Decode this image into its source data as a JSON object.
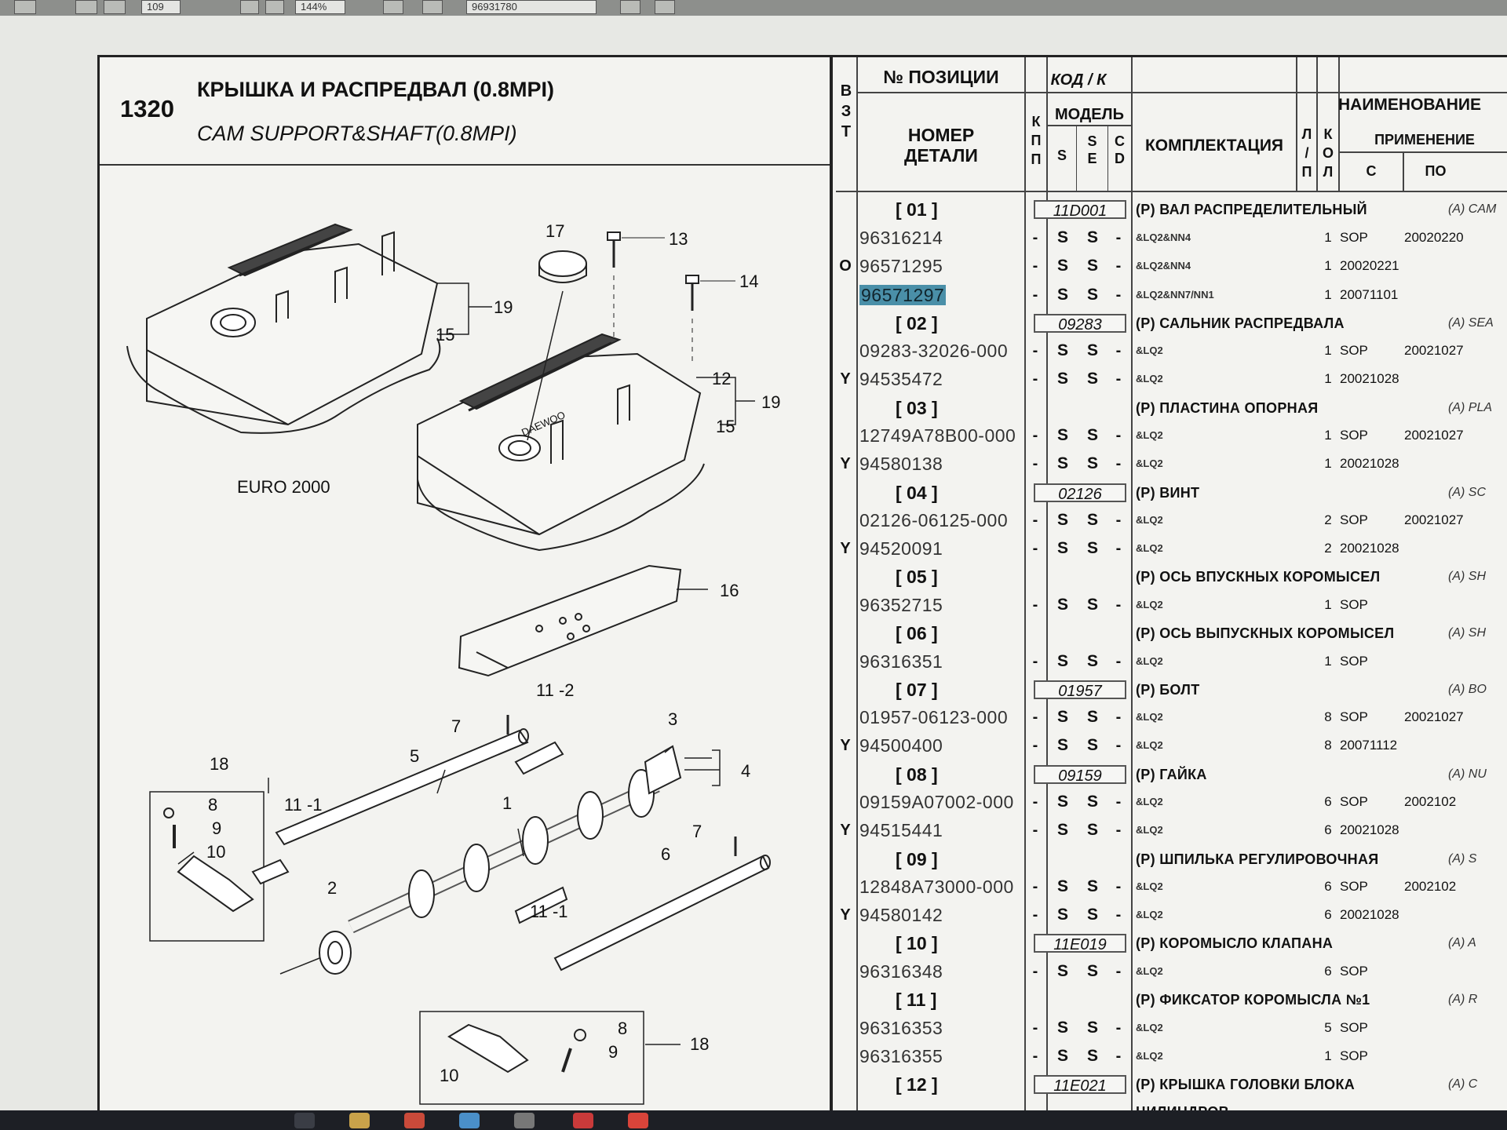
{
  "toolbar": {
    "page_field": "109",
    "zoom_field": "144%",
    "search_field": "96931780"
  },
  "document": {
    "group_number": "1320",
    "title_ru": "КРЫШКА И РАСПРЕДВАЛ (0.8MPI)",
    "title_en": "CAM SUPPORT&SHAFT(0.8MPI)"
  },
  "diagram": {
    "labels": {
      "euro": "EURO 2000",
      "l1": "1",
      "l2": "2",
      "l3": "3",
      "l4": "4",
      "l5": "5",
      "l6": "6",
      "l7": "7",
      "l8": "8",
      "l9": "9",
      "l10": "10",
      "l11_1": "11 -1",
      "l11_2": "11 -2",
      "l12": "12",
      "l13": "13",
      "l14": "14",
      "l15": "15",
      "l16": "16",
      "l17": "17",
      "l18": "18",
      "l19": "19",
      "brand": "DAEWOO"
    }
  },
  "table": {
    "headers": {
      "zt": [
        "В",
        "З",
        "Т"
      ],
      "pos_no": "№ ПОЗИЦИИ",
      "part_no_1": "НОМЕР",
      "part_no_2": "ДЕТАЛИ",
      "code": "КОД / К",
      "kpp": [
        "К",
        "П",
        "П"
      ],
      "model": "МОДЕЛЬ",
      "s": "S",
      "se": [
        "S",
        "E"
      ],
      "cd": [
        "C",
        "D"
      ],
      "kit": "КОМПЛЕКТАЦИЯ",
      "lp": [
        "Л",
        "/",
        "П"
      ],
      "kol": [
        "К",
        "О",
        "Л"
      ],
      "name": "НАИМЕНОВАНИЕ",
      "application": "ПРИМЕНЕНИЕ",
      "from": "С",
      "to": "ПО"
    },
    "rows": [
      {
        "type": "pos",
        "pos": "[ 01 ]",
        "code": "11D001",
        "name": "(P) ВАЛ РАСПРЕДЕЛИТЕЛЬНЫЙ",
        "app": "(A) CAM"
      },
      {
        "type": "part",
        "zt": "",
        "part": "96316214",
        "kpp": "-",
        "s": "S",
        "e": "S",
        "d": "-",
        "kit": "&LQ2&NN4",
        "lp": "",
        "kol": "1",
        "from": "SOP",
        "to": "20020220"
      },
      {
        "type": "part",
        "zt": "O",
        "part": "96571295",
        "kpp": "-",
        "s": "S",
        "e": "S",
        "d": "-",
        "kit": "&LQ2&NN4",
        "lp": "",
        "kol": "1",
        "from": "20020221",
        "to": ""
      },
      {
        "type": "part",
        "zt": "",
        "part": "96571297",
        "selected": true,
        "kpp": "-",
        "s": "S",
        "e": "S",
        "d": "-",
        "kit": "&LQ2&NN7/NN1",
        "lp": "",
        "kol": "1",
        "from": "20071101",
        "to": ""
      },
      {
        "type": "pos",
        "pos": "[ 02 ]",
        "code": "09283",
        "name": "(P) САЛЬНИК РАСПРЕДВАЛА",
        "app": "(A) SEA"
      },
      {
        "type": "part",
        "zt": "",
        "part": "09283-32026-000",
        "kpp": "-",
        "s": "S",
        "e": "S",
        "d": "-",
        "kit": "&LQ2",
        "lp": "",
        "kol": "1",
        "from": "SOP",
        "to": "20021027"
      },
      {
        "type": "part",
        "zt": "Y",
        "part": "94535472",
        "kpp": "-",
        "s": "S",
        "e": "S",
        "d": "-",
        "kit": "&LQ2",
        "lp": "",
        "kol": "1",
        "from": "20021028",
        "to": ""
      },
      {
        "type": "pos",
        "pos": "[ 03 ]",
        "code": "",
        "name": "(P) ПЛАСТИНА ОПОРНАЯ",
        "app": "(A) PLA"
      },
      {
        "type": "part",
        "zt": "",
        "part": "12749A78B00-000",
        "kpp": "-",
        "s": "S",
        "e": "S",
        "d": "-",
        "kit": "&LQ2",
        "lp": "",
        "kol": "1",
        "from": "SOP",
        "to": "20021027"
      },
      {
        "type": "part",
        "zt": "Y",
        "part": "94580138",
        "kpp": "-",
        "s": "S",
        "e": "S",
        "d": "-",
        "kit": "&LQ2",
        "lp": "",
        "kol": "1",
        "from": "20021028",
        "to": ""
      },
      {
        "type": "pos",
        "pos": "[ 04 ]",
        "code": "02126",
        "name": "(P) ВИНТ",
        "app": "(A) SC"
      },
      {
        "type": "part",
        "zt": "",
        "part": "02126-06125-000",
        "kpp": "-",
        "s": "S",
        "e": "S",
        "d": "-",
        "kit": "&LQ2",
        "lp": "",
        "kol": "2",
        "from": "SOP",
        "to": "20021027"
      },
      {
        "type": "part",
        "zt": "Y",
        "part": "94520091",
        "kpp": "-",
        "s": "S",
        "e": "S",
        "d": "-",
        "kit": "&LQ2",
        "lp": "",
        "kol": "2",
        "from": "20021028",
        "to": ""
      },
      {
        "type": "pos",
        "pos": "[ 05 ]",
        "code": "",
        "name": "(P) ОСЬ ВПУСКНЫХ КОРОМЫСЕЛ",
        "app": "(A) SH"
      },
      {
        "type": "part",
        "zt": "",
        "part": "96352715",
        "kpp": "-",
        "s": "S",
        "e": "S",
        "d": "-",
        "kit": "&LQ2",
        "lp": "",
        "kol": "1",
        "from": "SOP",
        "to": ""
      },
      {
        "type": "pos",
        "pos": "[ 06 ]",
        "code": "",
        "name": "(P) ОСЬ ВЫПУСКНЫХ КОРОМЫСЕЛ",
        "app": "(A) SH"
      },
      {
        "type": "part",
        "zt": "",
        "part": "96316351",
        "kpp": "-",
        "s": "S",
        "e": "S",
        "d": "-",
        "kit": "&LQ2",
        "lp": "",
        "kol": "1",
        "from": "SOP",
        "to": ""
      },
      {
        "type": "pos",
        "pos": "[ 07 ]",
        "code": "01957",
        "name": "(P) БОЛТ",
        "app": "(A) BO"
      },
      {
        "type": "part",
        "zt": "",
        "part": "01957-06123-000",
        "kpp": "-",
        "s": "S",
        "e": "S",
        "d": "-",
        "kit": "&LQ2",
        "lp": "",
        "kol": "8",
        "from": "SOP",
        "to": "20021027"
      },
      {
        "type": "part",
        "zt": "Y",
        "part": "94500400",
        "kpp": "-",
        "s": "S",
        "e": "S",
        "d": "-",
        "kit": "&LQ2",
        "lp": "",
        "kol": "8",
        "from": "20071112",
        "to": ""
      },
      {
        "type": "pos",
        "pos": "[ 08 ]",
        "code": "09159",
        "name": "(P) ГАЙКА",
        "app": "(A) NU"
      },
      {
        "type": "part",
        "zt": "",
        "part": "09159A07002-000",
        "kpp": "-",
        "s": "S",
        "e": "S",
        "d": "-",
        "kit": "&LQ2",
        "lp": "",
        "kol": "6",
        "from": "SOP",
        "to": "2002102"
      },
      {
        "type": "part",
        "zt": "Y",
        "part": "94515441",
        "kpp": "-",
        "s": "S",
        "e": "S",
        "d": "-",
        "kit": "&LQ2",
        "lp": "",
        "kol": "6",
        "from": "20021028",
        "to": ""
      },
      {
        "type": "pos",
        "pos": "[ 09 ]",
        "code": "",
        "name": "(P) ШПИЛЬКА РЕГУЛИРОВОЧНАЯ",
        "app": "(A) S"
      },
      {
        "type": "part",
        "zt": "",
        "part": "12848A73000-000",
        "kpp": "-",
        "s": "S",
        "e": "S",
        "d": "-",
        "kit": "&LQ2",
        "lp": "",
        "kol": "6",
        "from": "SOP",
        "to": "2002102"
      },
      {
        "type": "part",
        "zt": "Y",
        "part": "94580142",
        "kpp": "-",
        "s": "S",
        "e": "S",
        "d": "-",
        "kit": "&LQ2",
        "lp": "",
        "kol": "6",
        "from": "20021028",
        "to": ""
      },
      {
        "type": "pos",
        "pos": "[ 10 ]",
        "code": "11E019",
        "name": "(P) КОРОМЫСЛО КЛАПАНА",
        "app": "(A) A"
      },
      {
        "type": "part",
        "zt": "",
        "part": "96316348",
        "kpp": "-",
        "s": "S",
        "e": "S",
        "d": "-",
        "kit": "&LQ2",
        "lp": "",
        "kol": "6",
        "from": "SOP",
        "to": ""
      },
      {
        "type": "pos",
        "pos": "[ 11 ]",
        "code": "",
        "name": "(P) ФИКСАТОР КОРОМЫСЛА №1",
        "app": "(A) R"
      },
      {
        "type": "part",
        "zt": "",
        "part": "96316353",
        "kpp": "-",
        "s": "S",
        "e": "S",
        "d": "-",
        "kit": "&LQ2",
        "lp": "",
        "kol": "5",
        "from": "SOP",
        "to": ""
      },
      {
        "type": "part",
        "zt": "",
        "part": "96316355",
        "kpp": "-",
        "s": "S",
        "e": "S",
        "d": "-",
        "kit": "&LQ2",
        "lp": "",
        "kol": "1",
        "from": "SOP",
        "to": ""
      },
      {
        "type": "pos",
        "pos": "[ 12 ]",
        "code": "11E021",
        "name": "(P) КРЫШКА ГОЛОВКИ БЛОКА",
        "app": "(A) C"
      },
      {
        "type": "cont",
        "name": "ЦИЛИНДРОВ"
      }
    ]
  }
}
